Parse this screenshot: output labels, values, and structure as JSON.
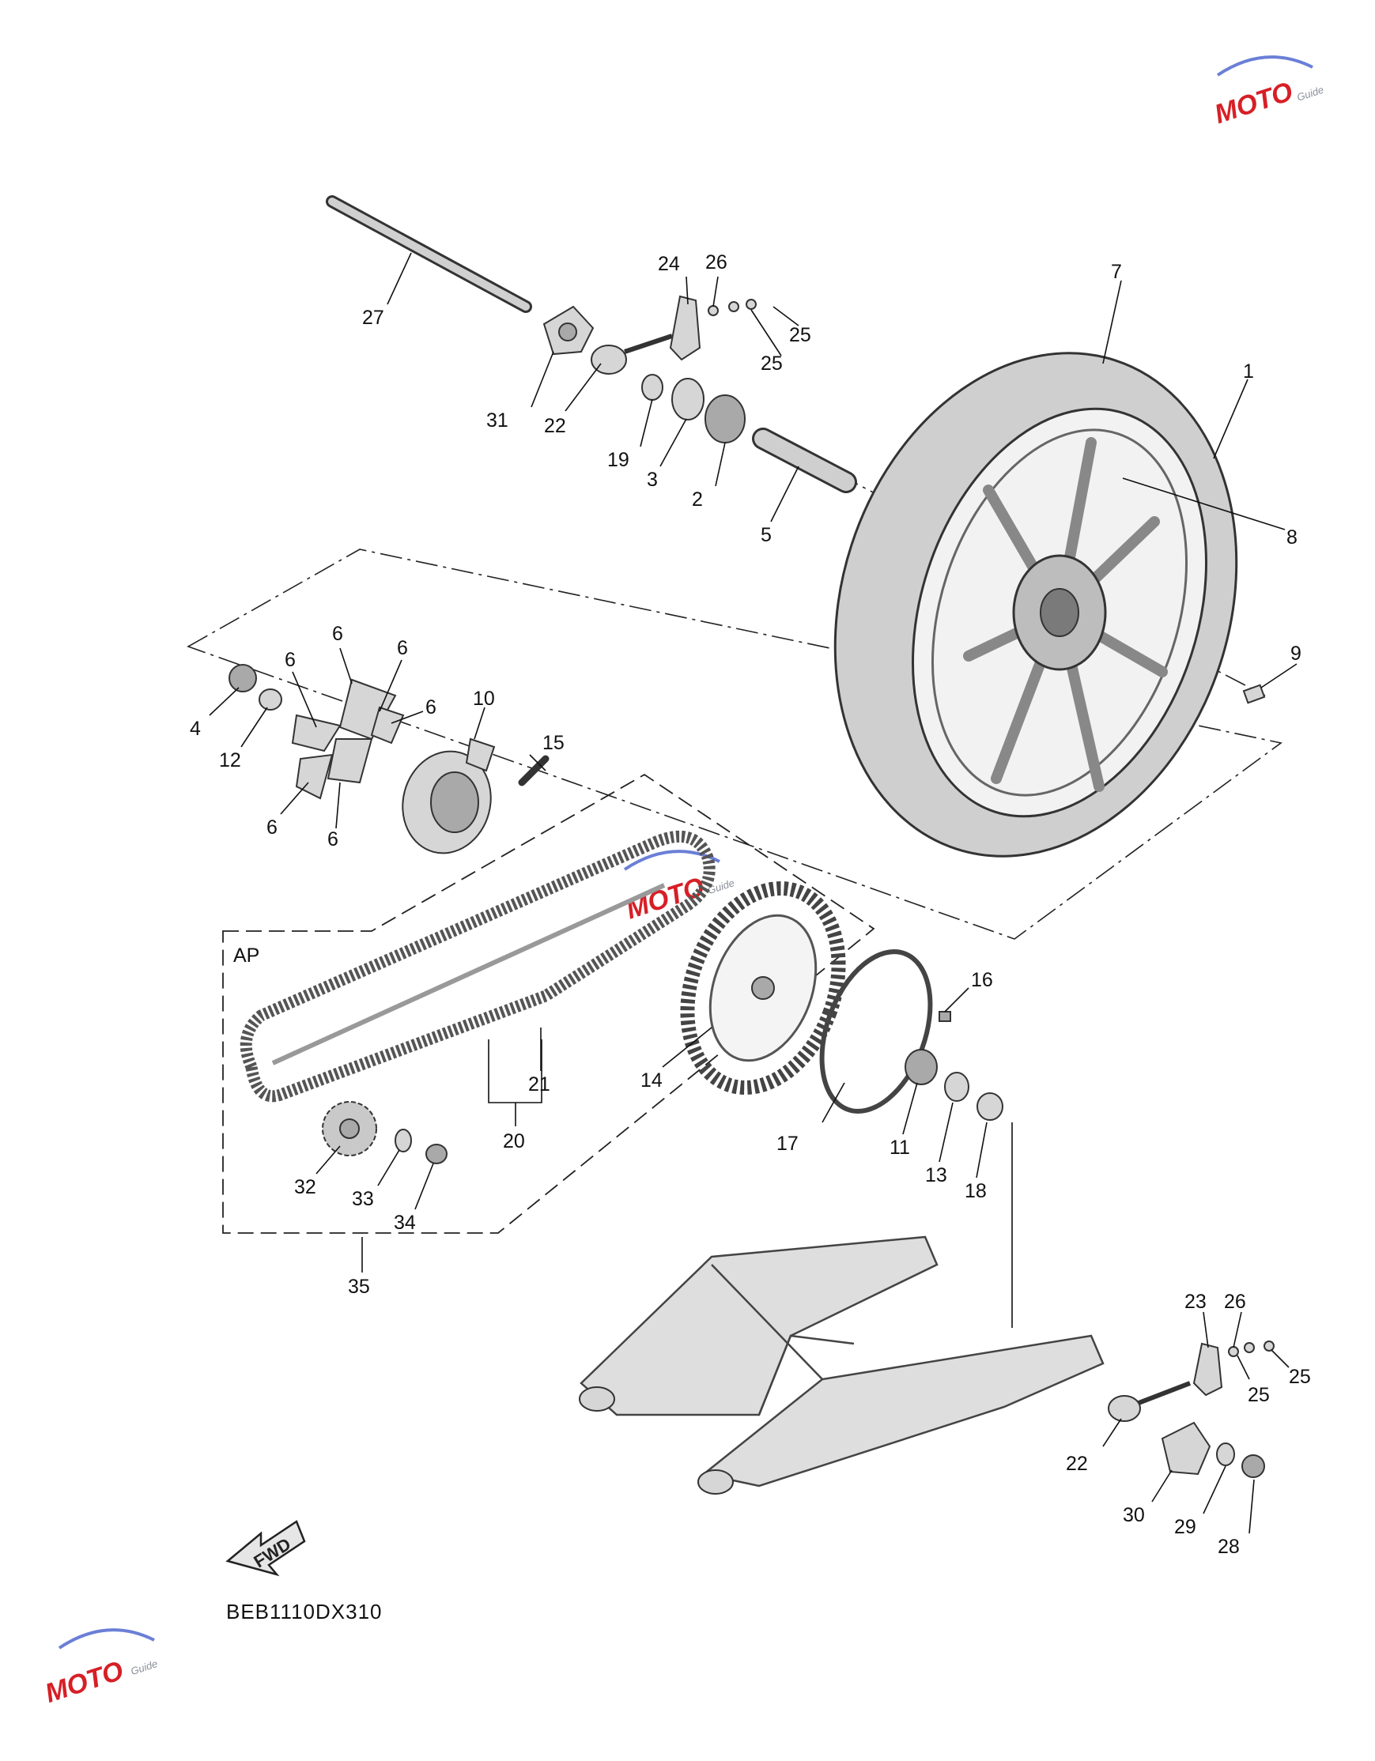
{
  "diagram": {
    "code": "BEB1110DX310",
    "box_label": "AP",
    "fwd_label": "FWD",
    "watermark": {
      "text": "MOTO",
      "sub": "Guide"
    },
    "callouts": [
      "1",
      "2",
      "3",
      "4",
      "5",
      "6",
      "7",
      "8",
      "9",
      "10",
      "11",
      "12",
      "13",
      "14",
      "15",
      "16",
      "17",
      "18",
      "19",
      "20",
      "21",
      "22",
      "23",
      "24",
      "25",
      "26",
      "27",
      "28",
      "29",
      "30",
      "31",
      "32",
      "33",
      "34",
      "35"
    ]
  }
}
